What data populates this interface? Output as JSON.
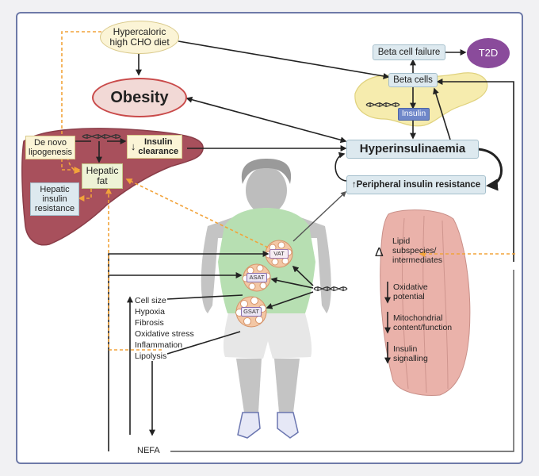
{
  "diet": {
    "line1": "Hypercaloric",
    "line2": "high CHO diet"
  },
  "obesity": "Obesity",
  "t2d": "T2D",
  "beta_cell_failure": "Beta cell failure",
  "beta_cells": "Beta cells",
  "insulin": "Insulin",
  "hyperinsulinaemia": "Hyperinsulinaemia",
  "peripheral_insulin_resistance": "↑Peripheral insulin resistance",
  "de_novo_lipogenesis": {
    "line1": "De novo",
    "line2": "lipogenesis"
  },
  "insulin_clearance": {
    "arrow": "↓",
    "line1": "Insulin",
    "line2": "clearance"
  },
  "hepatic_fat": {
    "line1": "Hepatic",
    "line2": "fat"
  },
  "hepatic_insulin_resistance": {
    "line1": "Hepatic",
    "line2": "insulin",
    "line3": "resistance"
  },
  "depots": {
    "vat": "VAT",
    "asat": "ASAT",
    "gsat": "GSAT"
  },
  "adipose_changes": [
    "Cell size",
    "Hypoxia",
    "Fibrosis",
    "Oxidative stress",
    "Inflammation",
    "Lipolysis"
  ],
  "nefa": "NEFA",
  "muscle": {
    "delta": "Δ",
    "lipid": [
      "Lipid",
      "subspecies/",
      "intermediates"
    ],
    "oxidative": [
      "Oxidative",
      "potential"
    ],
    "mito": [
      "Mitochondrial",
      "content/function"
    ],
    "insulin_signalling": [
      "Insulin",
      "signalling"
    ]
  },
  "colors": {
    "frame": "#6e7aa8",
    "liver": "#a8505c",
    "muscle": "#eab2aa",
    "pancreas": "#f6ecae",
    "body_shirt": "#9fd39a",
    "t2d": "#8a4b9b",
    "insulin_box": "#6f87c9",
    "obesity_fill": "#f2d9d6",
    "obesity_border": "#c94a4a",
    "diet_fill": "#fbf4d6",
    "box_fill": "#dde9ef",
    "orange_dash": "#f2a33a"
  }
}
